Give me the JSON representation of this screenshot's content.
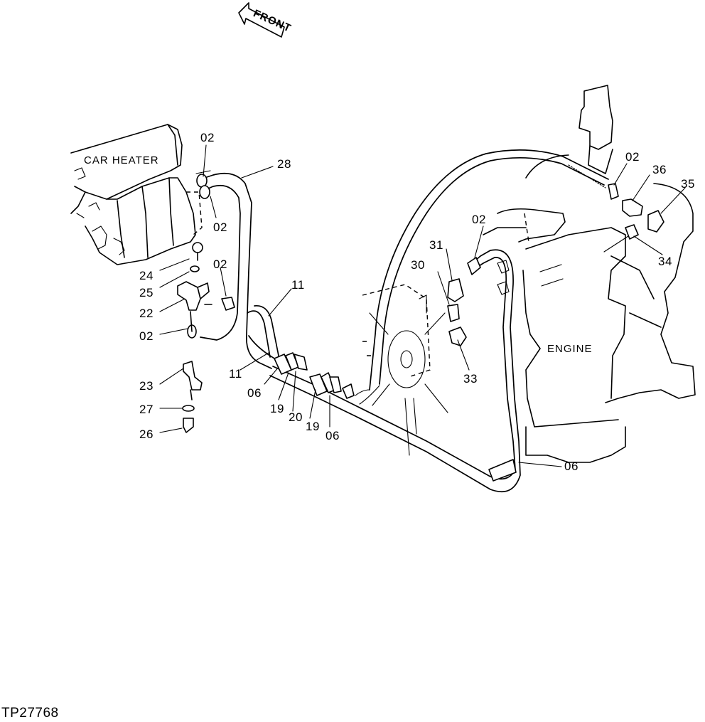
{
  "diagram": {
    "figure_id": "TP27768",
    "front_arrow_label": "FRONT",
    "components": {
      "car_heater": "CAR HEATER",
      "engine": "ENGINE"
    },
    "callouts": [
      {
        "id": "c-02-a",
        "text": "02"
      },
      {
        "id": "c-28",
        "text": "28"
      },
      {
        "id": "c-02-b",
        "text": "02"
      },
      {
        "id": "c-24",
        "text": "24"
      },
      {
        "id": "c-25",
        "text": "25"
      },
      {
        "id": "c-02-c",
        "text": "02"
      },
      {
        "id": "c-22",
        "text": "22"
      },
      {
        "id": "c-02-d",
        "text": "02"
      },
      {
        "id": "c-11-a",
        "text": "11"
      },
      {
        "id": "c-11-b",
        "text": "11"
      },
      {
        "id": "c-23",
        "text": "23"
      },
      {
        "id": "c-06-a",
        "text": "06"
      },
      {
        "id": "c-19-a",
        "text": "19"
      },
      {
        "id": "c-20",
        "text": "20"
      },
      {
        "id": "c-19-b",
        "text": "19"
      },
      {
        "id": "c-06-b",
        "text": "06"
      },
      {
        "id": "c-27",
        "text": "27"
      },
      {
        "id": "c-26",
        "text": "26"
      },
      {
        "id": "c-02-e",
        "text": "02"
      },
      {
        "id": "c-36",
        "text": "36"
      },
      {
        "id": "c-35",
        "text": "35"
      },
      {
        "id": "c-34",
        "text": "34"
      },
      {
        "id": "c-02-f",
        "text": "02"
      },
      {
        "id": "c-31",
        "text": "31"
      },
      {
        "id": "c-30",
        "text": "30"
      },
      {
        "id": "c-33",
        "text": "33"
      },
      {
        "id": "c-06-c",
        "text": "06"
      }
    ]
  }
}
